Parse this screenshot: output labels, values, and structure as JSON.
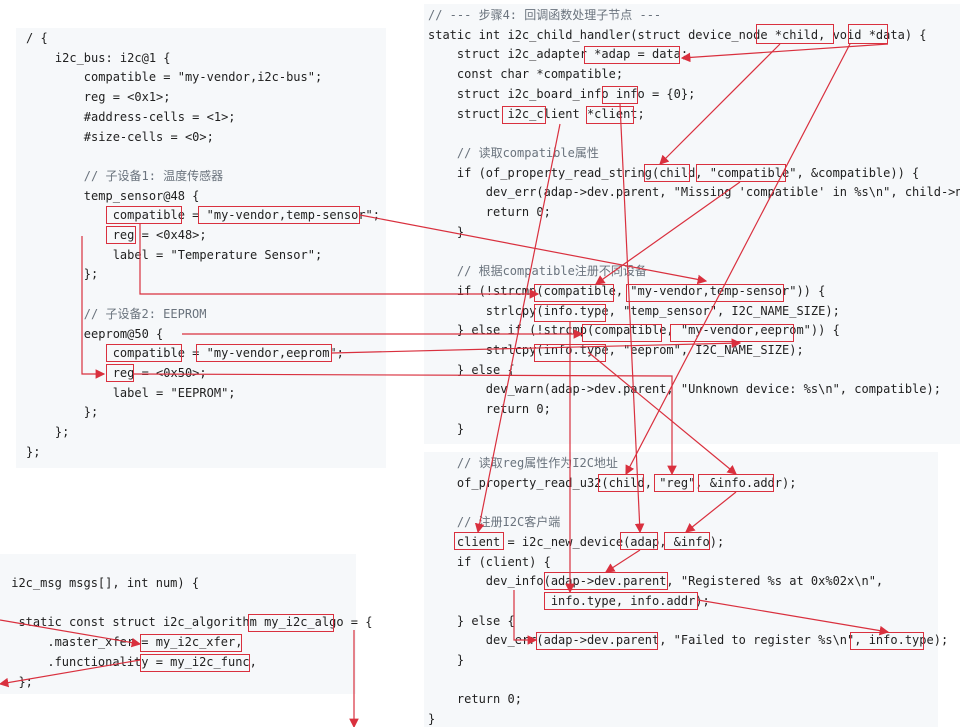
{
  "dts_code": {
    "lines": [
      "/ {",
      "    i2c_bus: i2c@1 {",
      "        compatible = \"my-vendor,i2c-bus\";",
      "        reg = <0x1>;",
      "        #address-cells = <1>;",
      "        #size-cells = <0>;",
      "",
      "        // 子设备1: 温度传感器",
      "        temp_sensor@48 {",
      "            compatible = \"my-vendor,temp-sensor\";",
      "            reg = <0x48>;",
      "            label = \"Temperature Sensor\";",
      "        };",
      "",
      "        // 子设备2: EEPROM",
      "        eeprom@50 {",
      "            compatible = \"my-vendor,eeprom\";",
      "            reg = <0x50>;",
      "            label = \"EEPROM\";",
      "        };",
      "    };",
      "};"
    ]
  },
  "callback_code": {
    "lines": [
      "// --- 步骤4: 回调函数处理子节点 ---",
      "static int i2c_child_handler(struct device_node *child, void *data) {",
      "    struct i2c_adapter *adap = data;",
      "    const char *compatible;",
      "    struct i2c_board_info info = {0};",
      "    struct i2c_client *client;",
      "",
      "    // 读取compatible属性",
      "    if (of_property_read_string(child, \"compatible\", &compatible)) {",
      "        dev_err(adap->dev.parent, \"Missing 'compatible' in %s\\n\", child->name",
      "        return 0;",
      "    }",
      "",
      "    // 根据compatible注册不同设备",
      "    if (!strcmp(compatible, \"my-vendor,temp-sensor\")) {",
      "        strlcpy(info.type, \"temp_sensor\", I2C_NAME_SIZE);",
      "    } else if (!strcmp(compatible, \"my-vendor,eeprom\")) {",
      "        strlcpy(info.type, \"eeprom\", I2C_NAME_SIZE);",
      "    } else {",
      "        dev_warn(adap->dev.parent, \"Unknown device: %s\\n\", compatible);",
      "        return 0;",
      "    }"
    ]
  },
  "register_code": {
    "lines": [
      "    // 读取reg属性作为I2C地址",
      "    of_property_read_u32(child, \"reg\", &info.addr);",
      "",
      "    // 注册I2C客户端",
      "    client = i2c_new_device(adap, &info);",
      "    if (client) {",
      "        dev_info(adap->dev.parent, \"Registered %s at 0x%02x\\n\",",
      "                 info.type, info.addr);",
      "    } else {",
      "        dev_err(adap->dev.parent, \"Failed to register %s\\n\", info.type);",
      "    }",
      "",
      "    return 0;",
      "}"
    ]
  },
  "algo_code": {
    "lines": [
      " i2c_msg msgs[], int num) {",
      "",
      "  static const struct i2c_algorithm my_i2c_algo = {",
      "      .master_xfer = my_i2c_xfer,",
      "      .functionality = my_i2c_func,",
      "  };"
    ]
  },
  "colors": {
    "highlight": "#d9303e",
    "panel_bg": "#f6f8fa",
    "keyword": "#b5316a",
    "type": "#6f42c1",
    "comment": "#6a737d"
  }
}
